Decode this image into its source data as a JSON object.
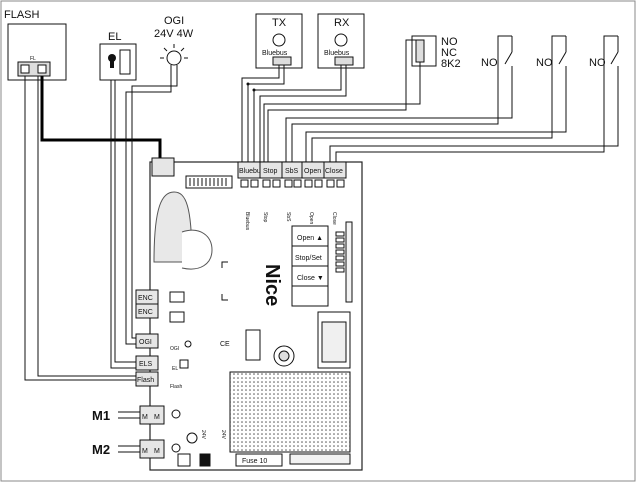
{
  "labels": {
    "flash": "FLASH",
    "el": "EL",
    "ogi": "OGI",
    "ogi_rating": "24V 4W",
    "tx": "TX",
    "rx": "RX",
    "bluebus": "Bluebus",
    "no": "NO",
    "nc": "NC",
    "k2": "8K2",
    "m1": "M1",
    "m2": "M2",
    "brand": "Nice",
    "fuse": "Fuse 10",
    "tiny_flash_tag": "FL"
  },
  "top_terminals": [
    "Bluebus",
    "Stop",
    "SbS",
    "Open",
    "Close"
  ],
  "terminal_captions": [
    "Bluebus",
    "Stop",
    "SbS",
    "Open",
    "Close"
  ],
  "left_terminals": [
    "ENC",
    "ENC",
    "OGI",
    "ELS",
    "Flash"
  ],
  "motor_terminals": [
    "M",
    "M"
  ],
  "buttons": [
    "Open ▲",
    "Stop/Set",
    "Close ▼"
  ],
  "side_captions": [
    "Flash",
    "EL",
    "OGI"
  ],
  "power_marks": [
    "24V",
    "24V"
  ],
  "colors": {
    "line": "#111111",
    "board_edge": "#222222",
    "terminal_fill": "#e6e6e6",
    "heavy_cable": "#000000"
  }
}
